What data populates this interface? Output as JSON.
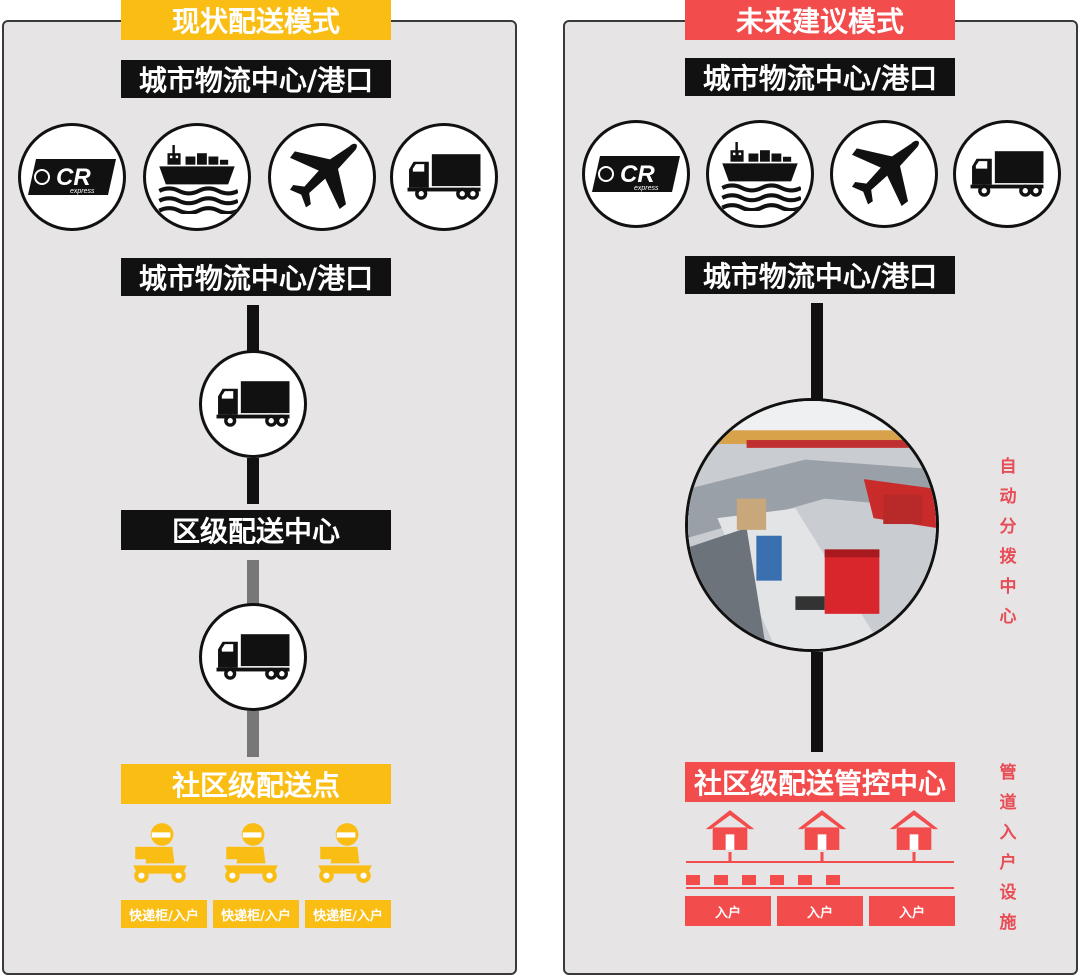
{
  "left": {
    "title": "现状配送模式",
    "top_hub": "城市物流中心/港口",
    "mid_hub": "城市物流中心/港口",
    "district": "区级配送中心",
    "community": "社区级配送点",
    "lockers": [
      "快递柜/入户",
      "快递柜/入户",
      "快递柜/入户"
    ],
    "icons": [
      "cr-express-icon",
      "cargo-ship-icon",
      "airplane-icon",
      "truck-icon"
    ]
  },
  "right": {
    "title": "未来建议模式",
    "top_hub": "城市物流中心/港口",
    "mid_hub": "城市物流中心/港口",
    "community": "社区级配送管控中心",
    "sorting_label": "自动分拨中心",
    "pipeline_label": "管道入户设施",
    "homes": [
      "入户",
      "入户",
      "入户"
    ],
    "icons": [
      "cr-express-icon",
      "cargo-ship-icon",
      "airplane-icon",
      "truck-icon"
    ]
  },
  "logo_text": {
    "cr": "CR",
    "express": "express"
  },
  "colors": {
    "yellow": "#f9bd14",
    "red": "#f24c4c",
    "black": "#111111",
    "panel": "#e6e4e5"
  }
}
